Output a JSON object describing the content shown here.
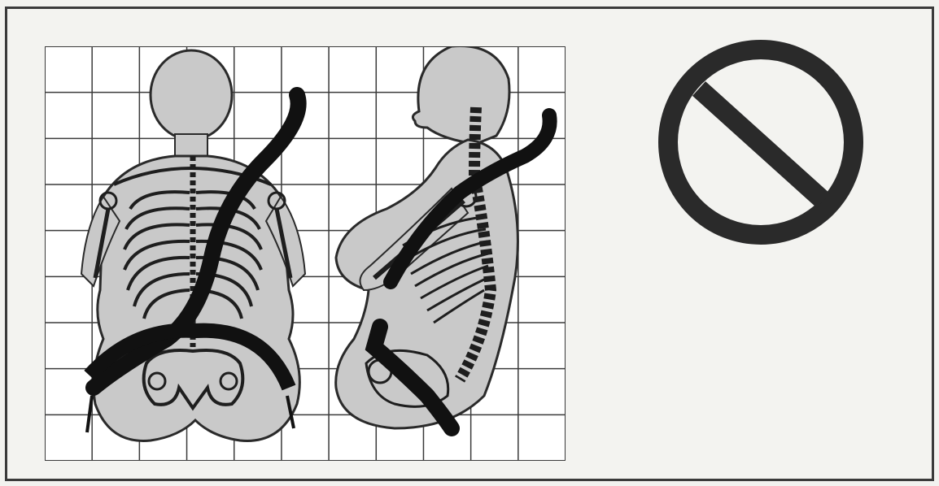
{
  "diagram": {
    "grid": {
      "columns": 11,
      "rows": 9,
      "line_color": "#3a3a3a",
      "background": "#ffffff"
    },
    "figures": [
      {
        "id": "front-view",
        "description_icon": "torso-front-skeleton-icon"
      },
      {
        "id": "side-view",
        "description_icon": "torso-side-skeleton-icon"
      }
    ],
    "belt_color": "#111111",
    "body_fill": "#c9c9c9",
    "bone_color": "#1e1e1e",
    "prohibition_symbol": {
      "icon": "prohibition-icon",
      "color": "#2a2a2a"
    }
  }
}
